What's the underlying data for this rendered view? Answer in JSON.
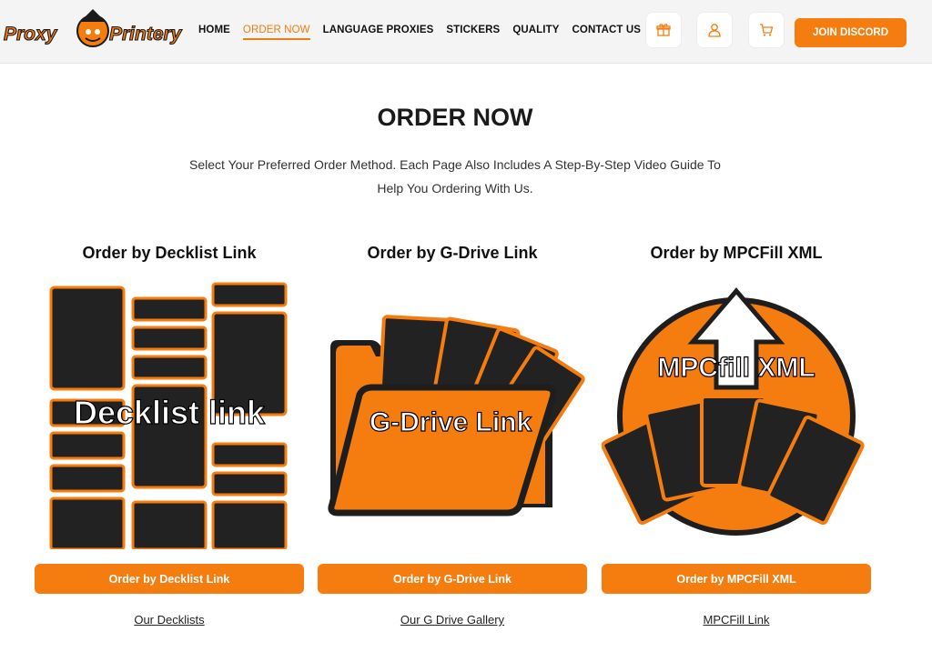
{
  "header": {
    "logo_text": "Proxy Printery",
    "nav": [
      {
        "label": "HOME",
        "active": false
      },
      {
        "label": "ORDER NOW",
        "active": true
      },
      {
        "label": "LANGUAGE PROXIES",
        "active": false
      },
      {
        "label": "STICKERS",
        "active": false
      },
      {
        "label": "QUALITY",
        "active": false
      },
      {
        "label": "CONTACT US",
        "active": false
      }
    ],
    "icons": [
      "gift-icon",
      "user-icon",
      "cart-icon"
    ],
    "discord_label": "JOIN DISCORD"
  },
  "main": {
    "title": "ORDER NOW",
    "intro_line1": "Select Your Preferred Order Method. Each Page Also Includes A Step-By-Step Video Guide To",
    "intro_line2": "Help You Ordering With Us.",
    "options": [
      {
        "title": "Order by Decklist Link",
        "art_text": "Decklist link",
        "button": "Order by Decklist Link",
        "link": "Our Decklists"
      },
      {
        "title": "Order by G-Drive Link",
        "art_text": "G-Drive Link",
        "button": "Order by G-Drive Link",
        "link": "Our G Drive Gallery"
      },
      {
        "title": "Order by MPCFill XML",
        "art_text": "MPCfill XML",
        "button": "Order by MPCFill XML",
        "link": "MPCFill Link"
      }
    ]
  },
  "colors": {
    "accent": "#f57c0e",
    "card": "#222222",
    "header_bg": "#f4f4f4"
  }
}
